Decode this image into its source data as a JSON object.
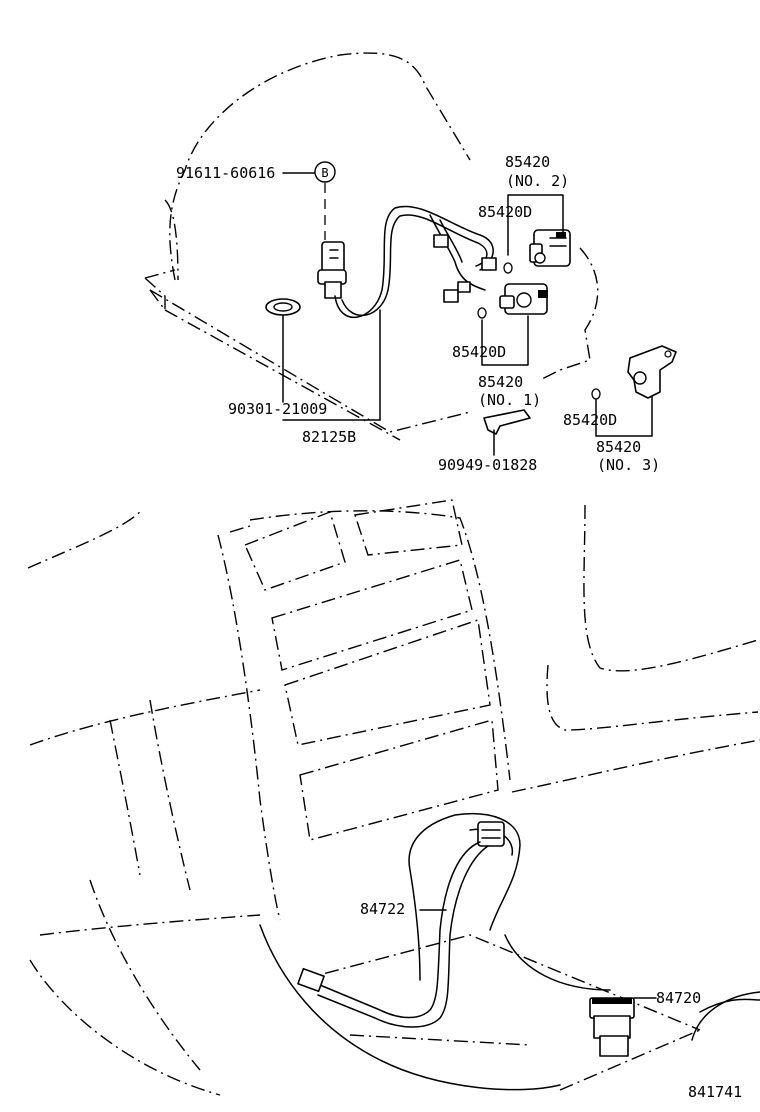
{
  "diagram": {
    "drawing_number": "841741",
    "callouts": {
      "bolt": "91611-60616",
      "bolt_marker": "B",
      "gasket": "90301-21009",
      "wire_harness": "82125B",
      "solenoid_no2": "85420",
      "solenoid_no2_sub": "(NO. 2)",
      "solenoid_no2_item": "85420D",
      "solenoid_no1_item": "85420D",
      "solenoid_no1": "85420",
      "solenoid_no1_sub": "(NO. 1)",
      "clamp": "90949-01828",
      "solenoid_no3_item": "85420D",
      "solenoid_no3": "85420",
      "solenoid_no3_sub": "(NO. 3)",
      "shift_wire": "84722",
      "switch": "84720"
    }
  }
}
